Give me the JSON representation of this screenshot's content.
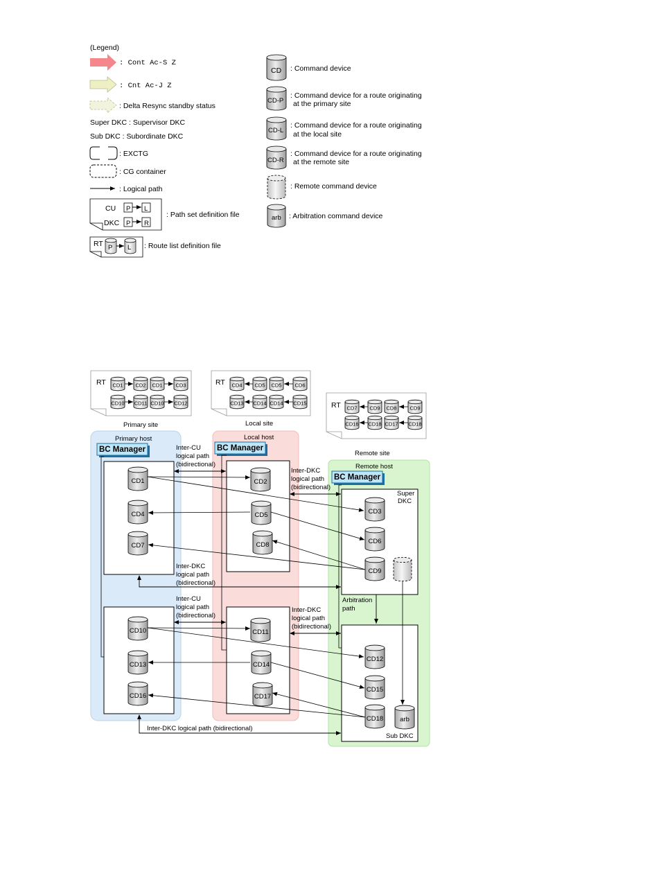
{
  "legend": {
    "title": "(Legend)",
    "entries": {
      "cont_acs": ":  Cont Ac-S Z",
      "cnt_acj": ":  Cnt Ac-J Z",
      "delta": ": Delta Resync standby status",
      "super_dkc": "Super DKC : Supervisor DKC",
      "sub_dkc": "Sub DKC : Subordinate DKC",
      "exctg": ": EXCTG",
      "cg": ": CG container",
      "logical_path": ": Logical path",
      "path_set": ": Path set definition file",
      "route_list": ": Route list definition file"
    },
    "pathset_cu": "CU",
    "pathset_dkc": "DKC",
    "rt": "RT",
    "box_p": "P",
    "box_l": "L",
    "box_r": "R",
    "devices": {
      "cd": "CD",
      "cdp": "CD-P",
      "cdl": "CD-L",
      "cdr": "CD-R",
      "arb": "arb",
      "cd_desc": ": Command device",
      "cdp_desc1": ": Command device for a route originating",
      "cdp_desc2": "at the primary site",
      "cdl_desc1": ": Command device for a route originating",
      "cdl_desc2": "at the local site",
      "cdr_desc1": ": Command device for a route originating",
      "cdr_desc2": "at the remote site",
      "remote_desc": ": Remote command device",
      "arb_desc": ": Arbitration command device"
    },
    "colors": {
      "cont_acs": "#f4868c",
      "cnt_acj": "#eef0c4"
    }
  },
  "diagram": {
    "sites": {
      "primary": "Primary site",
      "local": "Local site",
      "remote": "Remote site"
    },
    "hosts": {
      "primary": "Primary host",
      "local": "Local host",
      "remote": "Remote host"
    },
    "bc_manager": "BC Manager",
    "rt": "RT",
    "route_lists": {
      "primary_row1": [
        "CD1",
        "CD2",
        "CD1",
        "CD3"
      ],
      "primary_row2": [
        "CD10",
        "CD11",
        "CD10",
        "CD12"
      ],
      "local_row1": [
        "CD4",
        "CD5",
        "CD5",
        "CD6"
      ],
      "local_row2": [
        "CD13",
        "CD14",
        "CD14",
        "CD15"
      ],
      "remote_row1": [
        "CD7",
        "CD9",
        "CD8",
        "CD9"
      ],
      "remote_row2": [
        "CD16",
        "CD18",
        "CD17",
        "CD18"
      ]
    },
    "devices": {
      "cd1": "CD1",
      "cd2": "CD2",
      "cd3": "CD3",
      "cd4": "CD4",
      "cd5": "CD5",
      "cd6": "CD6",
      "cd7": "CD7",
      "cd8": "CD8",
      "cd9": "CD9",
      "cd10": "CD10",
      "cd11": "CD11",
      "cd12": "CD12",
      "cd13": "CD13",
      "cd14": "CD14",
      "cd15": "CD15",
      "cd16": "CD16",
      "cd17": "CD17",
      "cd18": "CD18",
      "arb": "arb"
    },
    "labels": {
      "super_dkc_1": "Super",
      "super_dkc_2": "DKC",
      "sub_dkc": "Sub DKC",
      "intercu": [
        "Inter-CU",
        "logical path",
        "(bidirectional)"
      ],
      "interdkc": [
        "Inter-DKC",
        "logical path",
        "(bidirectional)"
      ],
      "arbitration": [
        "Arbitration",
        "path"
      ],
      "bottom_path": "Inter-DKC logical path (bidirectional)"
    },
    "colors": {
      "primary_host": "#dbeaf8",
      "local_host": "#fadddb",
      "remote_host": "#d8f5d0",
      "bc_manager": "#bfe6f7"
    }
  }
}
